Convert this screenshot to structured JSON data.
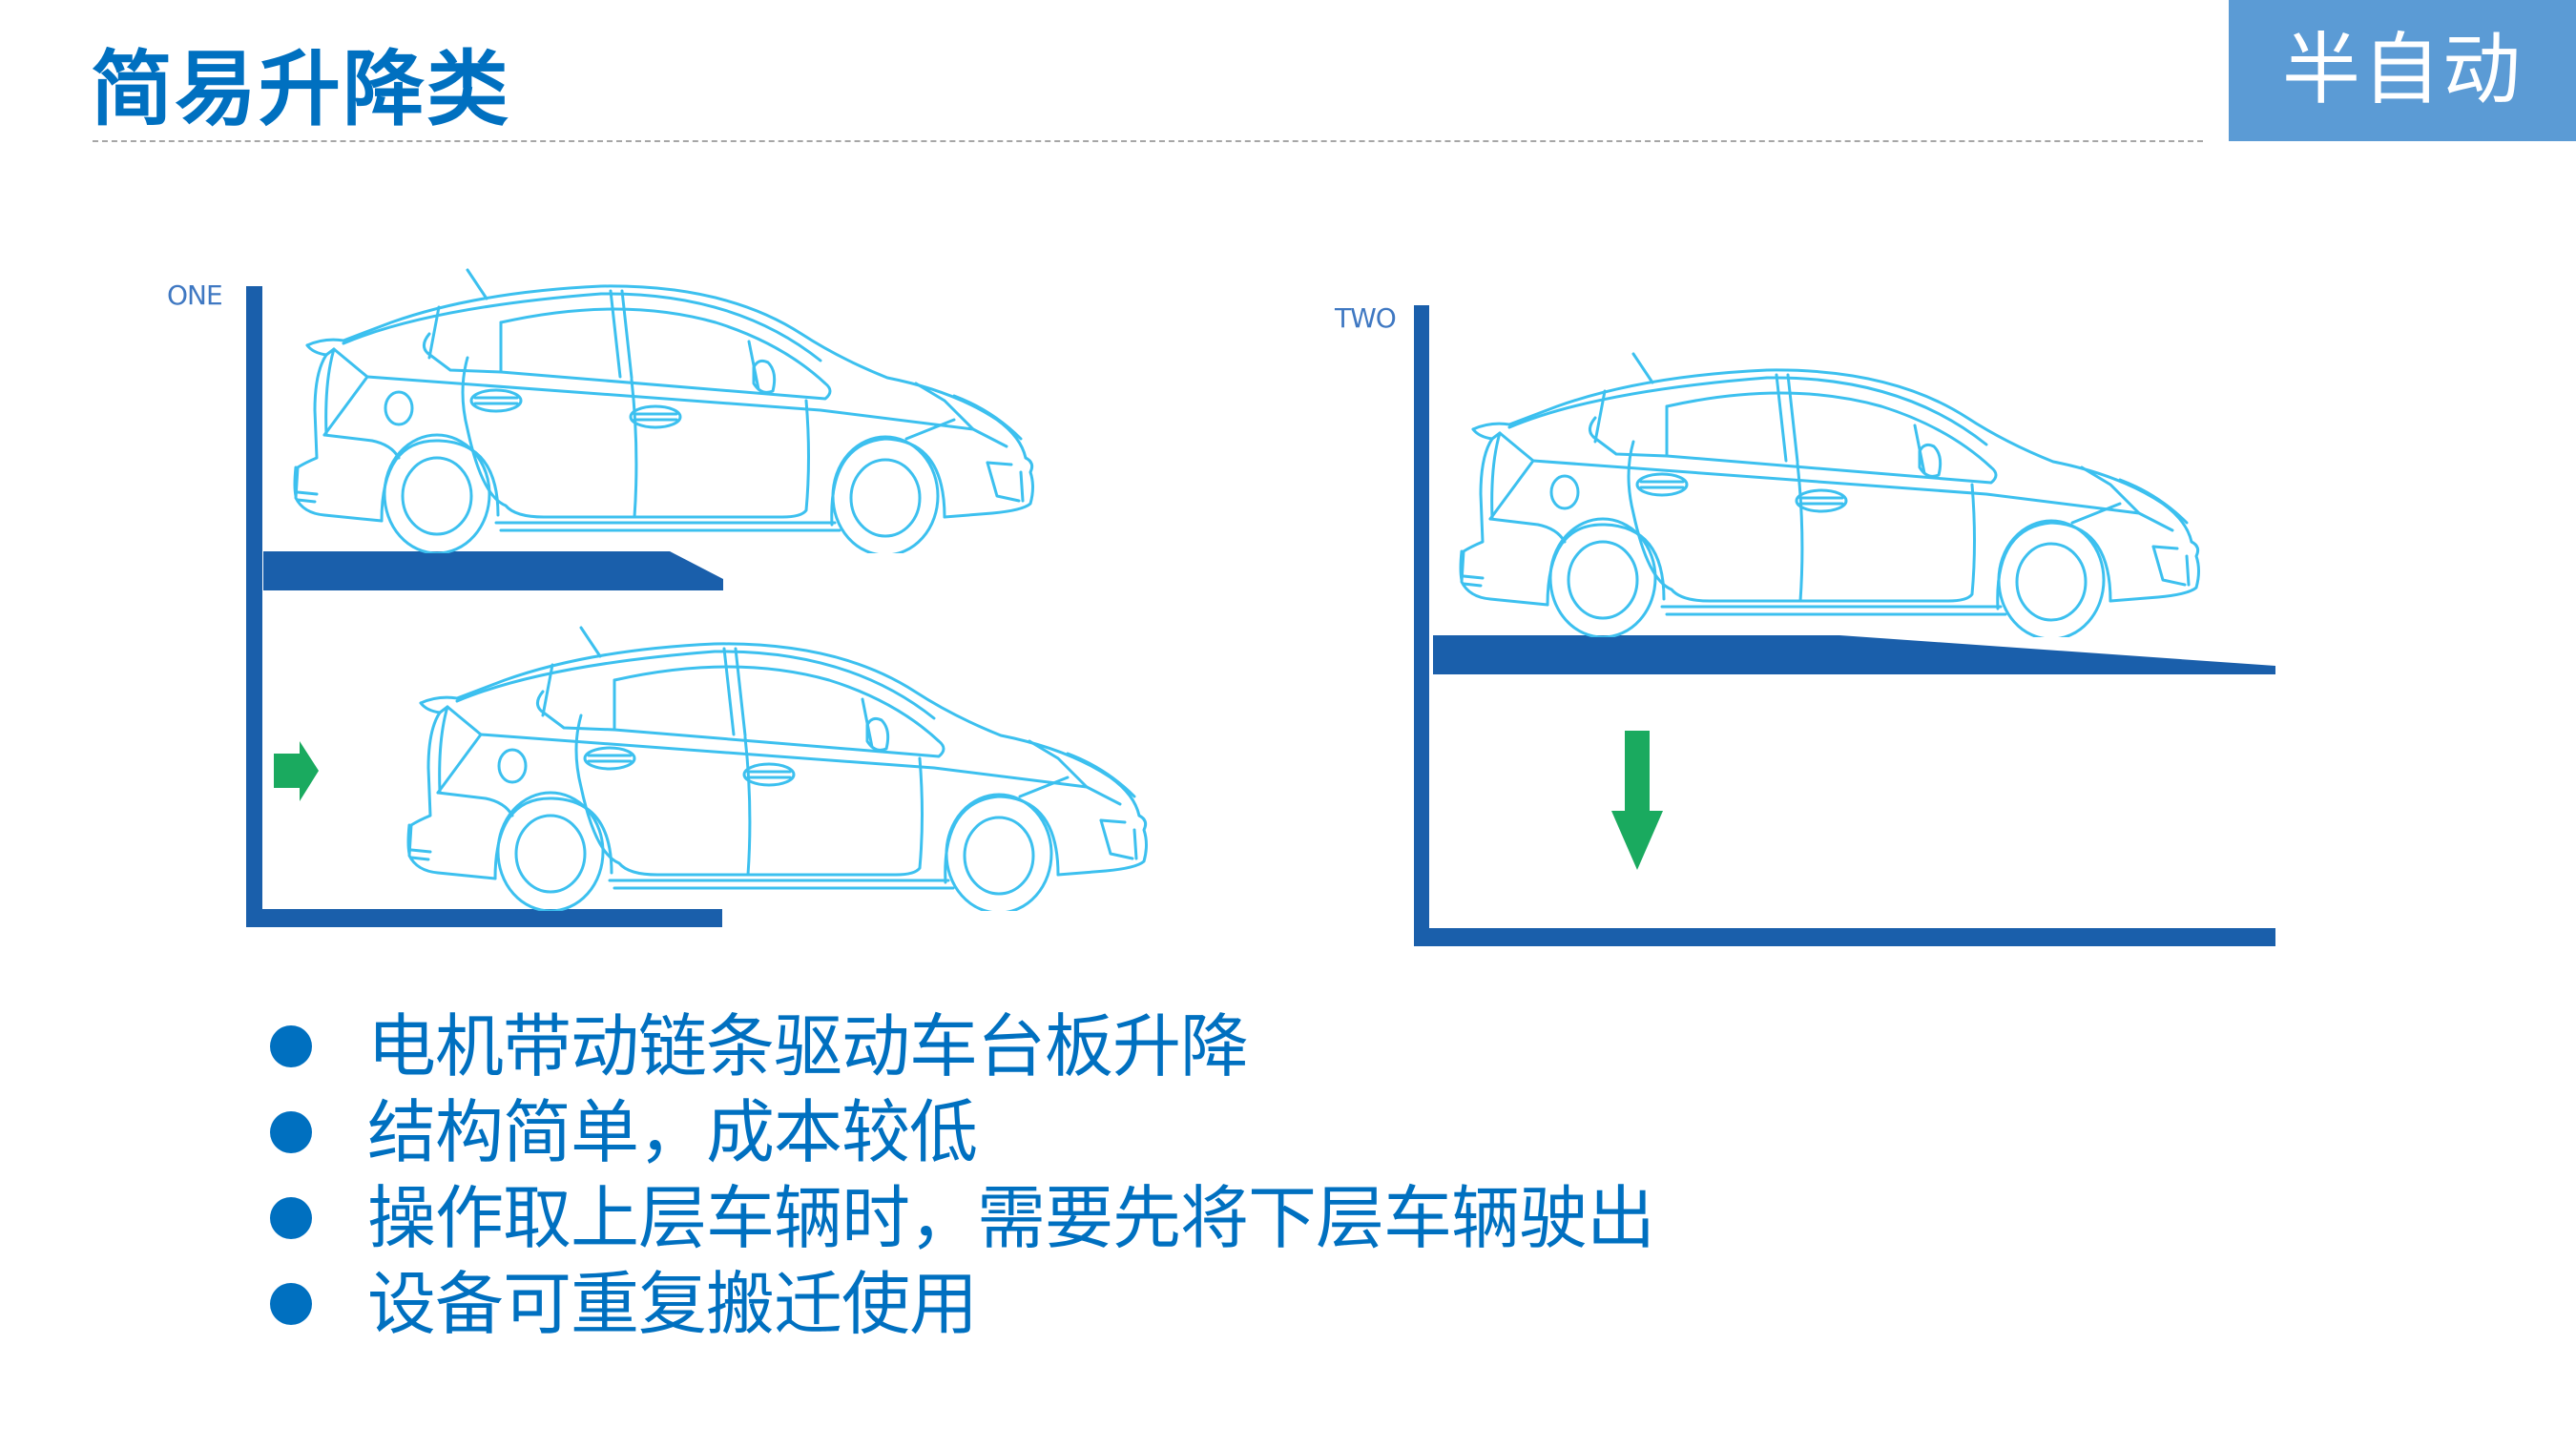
{
  "header": {
    "title": "简易升降类",
    "badge": "半自动"
  },
  "colors": {
    "title": "#0070c0",
    "badge_bg": "#5b9bd5",
    "structure": "#1a5fab",
    "car_outline": "#3cc0ef",
    "arrow": "#1aaa5f",
    "divider": "#a6a6a6"
  },
  "diagrams": [
    {
      "label": "ONE",
      "description": "upper car on raised platform, lower car driving in",
      "arrow": "arrow-right-icon"
    },
    {
      "label": "TWO",
      "description": "upper car on platform lowering down",
      "arrow": "arrow-down-icon"
    }
  ],
  "bullets": [
    "电机带动链条驱动车台板升降",
    "结构简单，成本较低",
    "操作取上层车辆时，需要先将下层车辆驶出",
    "设备可重复搬迁使用"
  ]
}
